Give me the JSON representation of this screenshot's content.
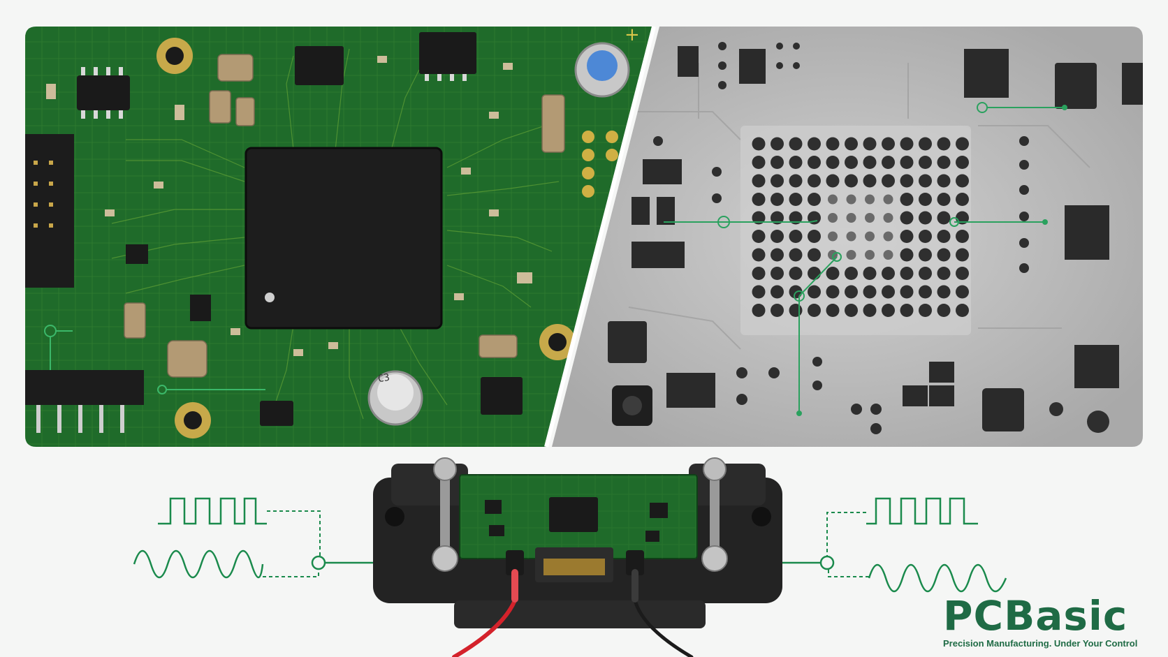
{
  "brand": {
    "name": "PCBasic",
    "tagline": "Precision Manufacturing. Under Your Control"
  },
  "component_marking": "C3",
  "colors": {
    "pcb_green": "#1f6b2a",
    "trace_green": "#5a9b35",
    "xray_gray": "#b9b9b9",
    "signal_green": "#1a8a4c",
    "brand_green": "#1f6b45",
    "fixture_black": "#222222",
    "probe_red": "#d4222b"
  },
  "icons": [
    "square-wave-icon",
    "sine-wave-icon",
    "bga-ball-grid-icon",
    "chip-icon",
    "capacitor-icon",
    "probe-cable-icon"
  ]
}
